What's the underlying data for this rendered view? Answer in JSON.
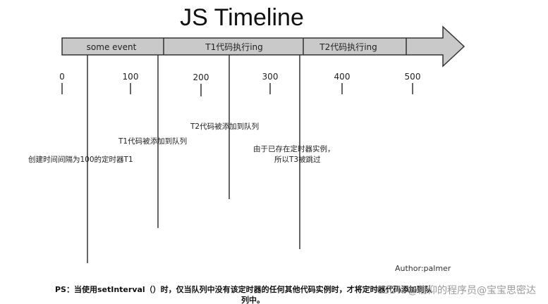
{
  "title": "JS Timeline",
  "timeline": {
    "segments": [
      "some event",
      "T1代码执行ing",
      "T2代码执行ing"
    ],
    "ticks": [
      "0",
      "100",
      "200",
      "300",
      "400",
      "500"
    ]
  },
  "annotations": {
    "timer_created": "创建时间间隔为100的定时器T1",
    "t1_queued": "T1代码被添加到队列",
    "t2_queued": "T2代码被添加到队列",
    "t3_skipped_line1": "由于已存在定时器实例，",
    "t3_skipped_line2": "所以T3被跳过"
  },
  "author": "Author:palmer",
  "note": {
    "line1": "PS：当使用setInterval（）时，仅当队列中没有该定时器的任何其他代码实例时，才将定时器代码添加到队",
    "line2": "列中。"
  },
  "watermark": "CSDN @信仰的程序员@宝宝思密达"
}
